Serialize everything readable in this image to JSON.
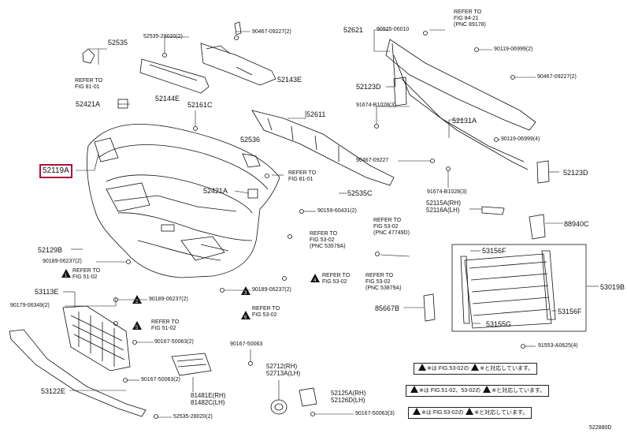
{
  "diagram_code": "522880D",
  "labels": {
    "p52535": "52535",
    "p52535_28020_a": "52535-28020(2)",
    "p90467_09227_a": "90467-09227(2)",
    "p52621": "52621",
    "p90925_06010": "90925-06010",
    "ref_84_21": "REFER TO",
    "fig_84_21": "FIG 84-21",
    "pnc_8917": "(PNC 89178)",
    "p90119_06999_2": "90119-06999(2)",
    "p90467_09227_b": "90467-09227(2)",
    "ref_81_01_a": "REFER TO",
    "fig_81_01_a": "FIG 81-01",
    "p52144e": "52144E",
    "p52143e": "52143E",
    "p52123d_a": "52123D",
    "p52421a_a": "52421A",
    "p52161c": "52161C",
    "p91674_b1028_3a": "91674-B1028(3)",
    "p52611": "52611",
    "p52131a": "52131A",
    "p90119_06999_4": "90119-06999(4)",
    "p52536": "52536",
    "p90467_09227_c": "90467-09227",
    "p52119a": "52119A",
    "ref_81_01_b": "REFER TO",
    "fig_81_01_b": "FIG 81-01",
    "p52123d_b": "52123D",
    "p52421a_b": "52421A",
    "p52535c": "52535C",
    "p91674_b1028_3b": "91674-B1028(3)",
    "p52115a": "52115A(RH)",
    "p52116a": "52116A(LH)",
    "p90159_60431": "90159-60431(2)",
    "ref_53_02_a": "REFER TO",
    "fig_53_02_a": "FIG 53-02",
    "pnc_47749d": "(PNC 47749D)",
    "p88940c": "88940C",
    "ref_53_02_b": "REFER TO",
    "fig_53_02_b": "FIG 53-02",
    "pnc_53579a": "(PNC 53579A)",
    "p52129b": "52129B",
    "p90189_06237_2a": "90189-06237(2)",
    "ref_51_02_a": "REFER TO",
    "fig_51_02_a": "FIG 51-02",
    "ref_53_02_c": "REFER TO",
    "fig_53_02_c": "FIG 53-02",
    "pnc_53879a": "(PNC 53879A)",
    "p53156f_a": "53156F",
    "p53019b": "53019B",
    "p53113e": "53113E",
    "p90179_06349": "90179-06349(2)",
    "p90189_06237_2b": "90189-06237(2)",
    "p90189_06237_2c": "90189-06237(2)",
    "ref_53_02_d": "REFER TO",
    "fig_53_02_d": "FIG 53-02",
    "p85667b": "85667B",
    "p53156f_b": "53156F",
    "p53155g": "53155G",
    "ref_51_02_b": "REFER TO",
    "fig_51_02_b": "FIG 51-02",
    "ref_53_02_e": "REFER TO",
    "fig_53_02_e": "FIG 53-02",
    "p90167_50063_2a": "90167-50063(2)",
    "p90167_50063_b": "90167-50063",
    "p91553_a0625": "91553-A0625(4)",
    "p52712": "52712(RH)",
    "p52713a": "52713A(LH)",
    "p53122e": "53122E",
    "p90167_50063_2c": "90167-50063(2)",
    "p81481e": "81481E(RH)",
    "p81482c": "81482C(LH)",
    "p52125a": "52125A(RH)",
    "p52126d": "52126D(LH)",
    "p52535_28020_b": "52535-28020(2)",
    "p90167_50063_3": "90167-50063(3)"
  },
  "notes": {
    "n1a": "※",
    "n1b": "は FIG.53-02の",
    "n1c": "※",
    "n1d": "と対応しています。",
    "n2a": "※",
    "n2b": "は FIG.51-02、53-02の",
    "n2c": "※",
    "n2d": "と対応しています。",
    "n3a": "※",
    "n3b": "は FIG.53-02の",
    "n3c": "※",
    "n3d": "と対応しています。"
  },
  "colors": {
    "line": "#111111",
    "highlight": "#b0103a"
  }
}
